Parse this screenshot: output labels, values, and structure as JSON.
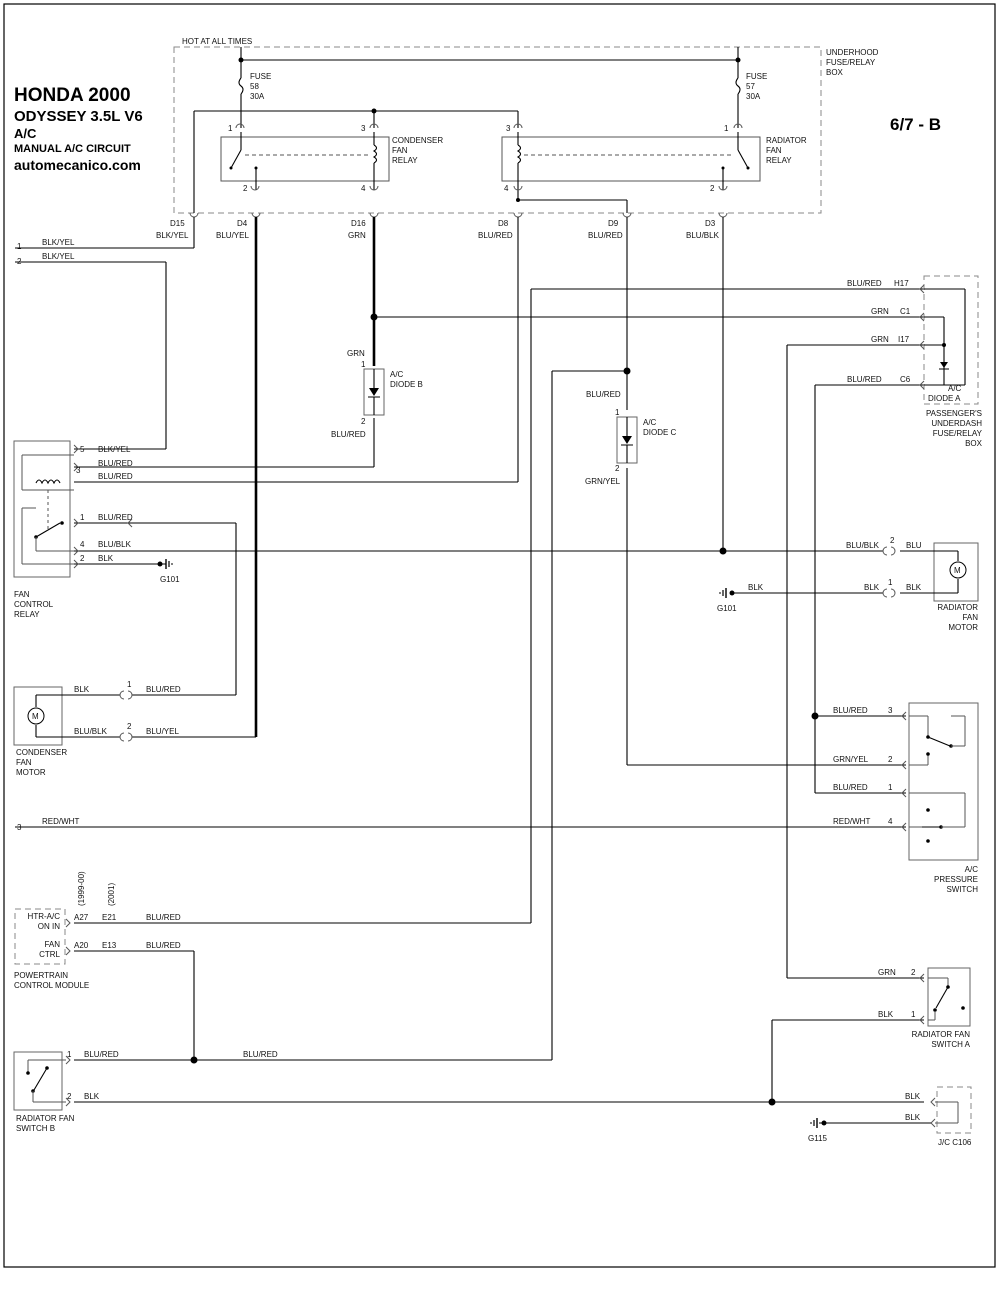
{
  "header": {
    "make_year": "HONDA 2000",
    "model": "ODYSSEY  3.5L  V6",
    "system": "A/C",
    "circuit": "MANUAL A/C CIRCUIT",
    "site": "automecanico.com",
    "page_code": "6/7 - B"
  },
  "underhood_box": {
    "hot_label": "HOT AT ALL TIMES",
    "title": "UNDERHOOD FUSE/RELAY BOX",
    "fuse_58": [
      "FUSE",
      "58",
      "30A"
    ],
    "fuse_57": [
      "FUSE",
      "57",
      "30A"
    ],
    "condenser_relay": [
      "CONDENSER",
      "FAN",
      "RELAY"
    ],
    "radiator_relay": [
      "RADIATOR",
      "FAN",
      "RELAY"
    ],
    "pins_left": [
      "1",
      "3",
      "2",
      "4"
    ],
    "pins_right": [
      "3",
      "1",
      "4",
      "2"
    ],
    "terminals": [
      "D15",
      "D4",
      "D16",
      "D8",
      "D9",
      "D3"
    ],
    "terminal_wires": [
      "BLK/YEL",
      "BLU/YEL",
      "GRN",
      "BLU/RED",
      "BLU/RED",
      "BLU/BLK"
    ]
  },
  "left_refs": {
    "ref1": "1",
    "ref2": "2",
    "ref3": "3",
    "wire1": "BLK/YEL",
    "wire2": "BLK/YEL",
    "wire3": "RED/WHT"
  },
  "diode_b": {
    "label": [
      "A/C",
      "DIODE B"
    ],
    "top_wire": "GRN",
    "bottom_wire": "BLU/RED",
    "pin_top": "1",
    "pin_bottom": "2"
  },
  "diode_c": {
    "label": [
      "A/C",
      "DIODE C"
    ],
    "top_wire": "BLU/RED",
    "bottom_wire": "GRN/YEL",
    "pin_top": "1",
    "pin_bottom": "2"
  },
  "passenger_box": {
    "title": [
      "PASSENGER'S",
      "UNDERDASH",
      "FUSE/RELAY",
      "BOX"
    ],
    "diode_label": [
      "A/C",
      "DIODE A"
    ],
    "terminals": [
      "H17",
      "C1",
      "I17",
      "C6"
    ],
    "wires": [
      "BLU/RED",
      "GRN",
      "GRN",
      "BLU/RED"
    ]
  },
  "fan_control_relay": {
    "title": [
      "FAN",
      "CONTROL",
      "RELAY"
    ],
    "pins": [
      "5",
      "3",
      "1",
      "4",
      "2"
    ],
    "wires": [
      "BLK/YEL",
      "BLU/RED",
      "BLU/RED",
      "BLU/RED",
      "BLU/BLK",
      "BLK"
    ],
    "ground": "G101"
  },
  "radiator_fan_motor": {
    "title": [
      "RADIATOR",
      "FAN",
      "MOTOR"
    ],
    "pins": [
      "2",
      "1"
    ],
    "wires_left": [
      "BLU/BLK",
      "BLK"
    ],
    "wires_right": [
      "BLU",
      "BLK"
    ],
    "ground": "G101",
    "ground_wire": "BLK"
  },
  "condenser_fan_motor": {
    "title": [
      "CONDENSER",
      "FAN",
      "MOTOR"
    ],
    "pins": [
      "1",
      "2"
    ],
    "wires_left": [
      "BLK",
      "BLU/BLK"
    ],
    "wires_right": [
      "BLU/RED",
      "BLU/YEL"
    ]
  },
  "pressure_switch": {
    "title": [
      "A/C",
      "PRESSURE",
      "SWITCH"
    ],
    "pins": [
      "3",
      "2",
      "1",
      "4"
    ],
    "wires": [
      "BLU/RED",
      "GRN/YEL",
      "BLU/RED",
      "RED/WHT"
    ]
  },
  "pcm": {
    "title": [
      "POWERTRAIN",
      "CONTROL MODULE"
    ],
    "year_a": "(1999-00)",
    "year_b": "(2001)",
    "row1_label": [
      "HTR-A/C",
      "ON IN"
    ],
    "row2_label": [
      "FAN",
      "CTRL"
    ],
    "row1_pins": [
      "A27",
      "E21"
    ],
    "row2_pins": [
      "A20",
      "E13"
    ],
    "wires": [
      "BLU/RED",
      "BLU/RED"
    ]
  },
  "radiator_switch_a": {
    "title": [
      "RADIATOR FAN",
      "SWITCH A"
    ],
    "pins": [
      "2",
      "1"
    ],
    "wires": [
      "GRN",
      "BLK"
    ]
  },
  "radiator_switch_b": {
    "title": [
      "RADIATOR FAN",
      "SWITCH B"
    ],
    "pins": [
      "1",
      "2"
    ],
    "wires": [
      "BLU/RED",
      "BLU/RED",
      "BLK"
    ]
  },
  "jc_c106": {
    "title": "J/C C106",
    "wires": [
      "BLK",
      "BLK"
    ],
    "ground": "G115"
  },
  "motor_symbol": "M"
}
